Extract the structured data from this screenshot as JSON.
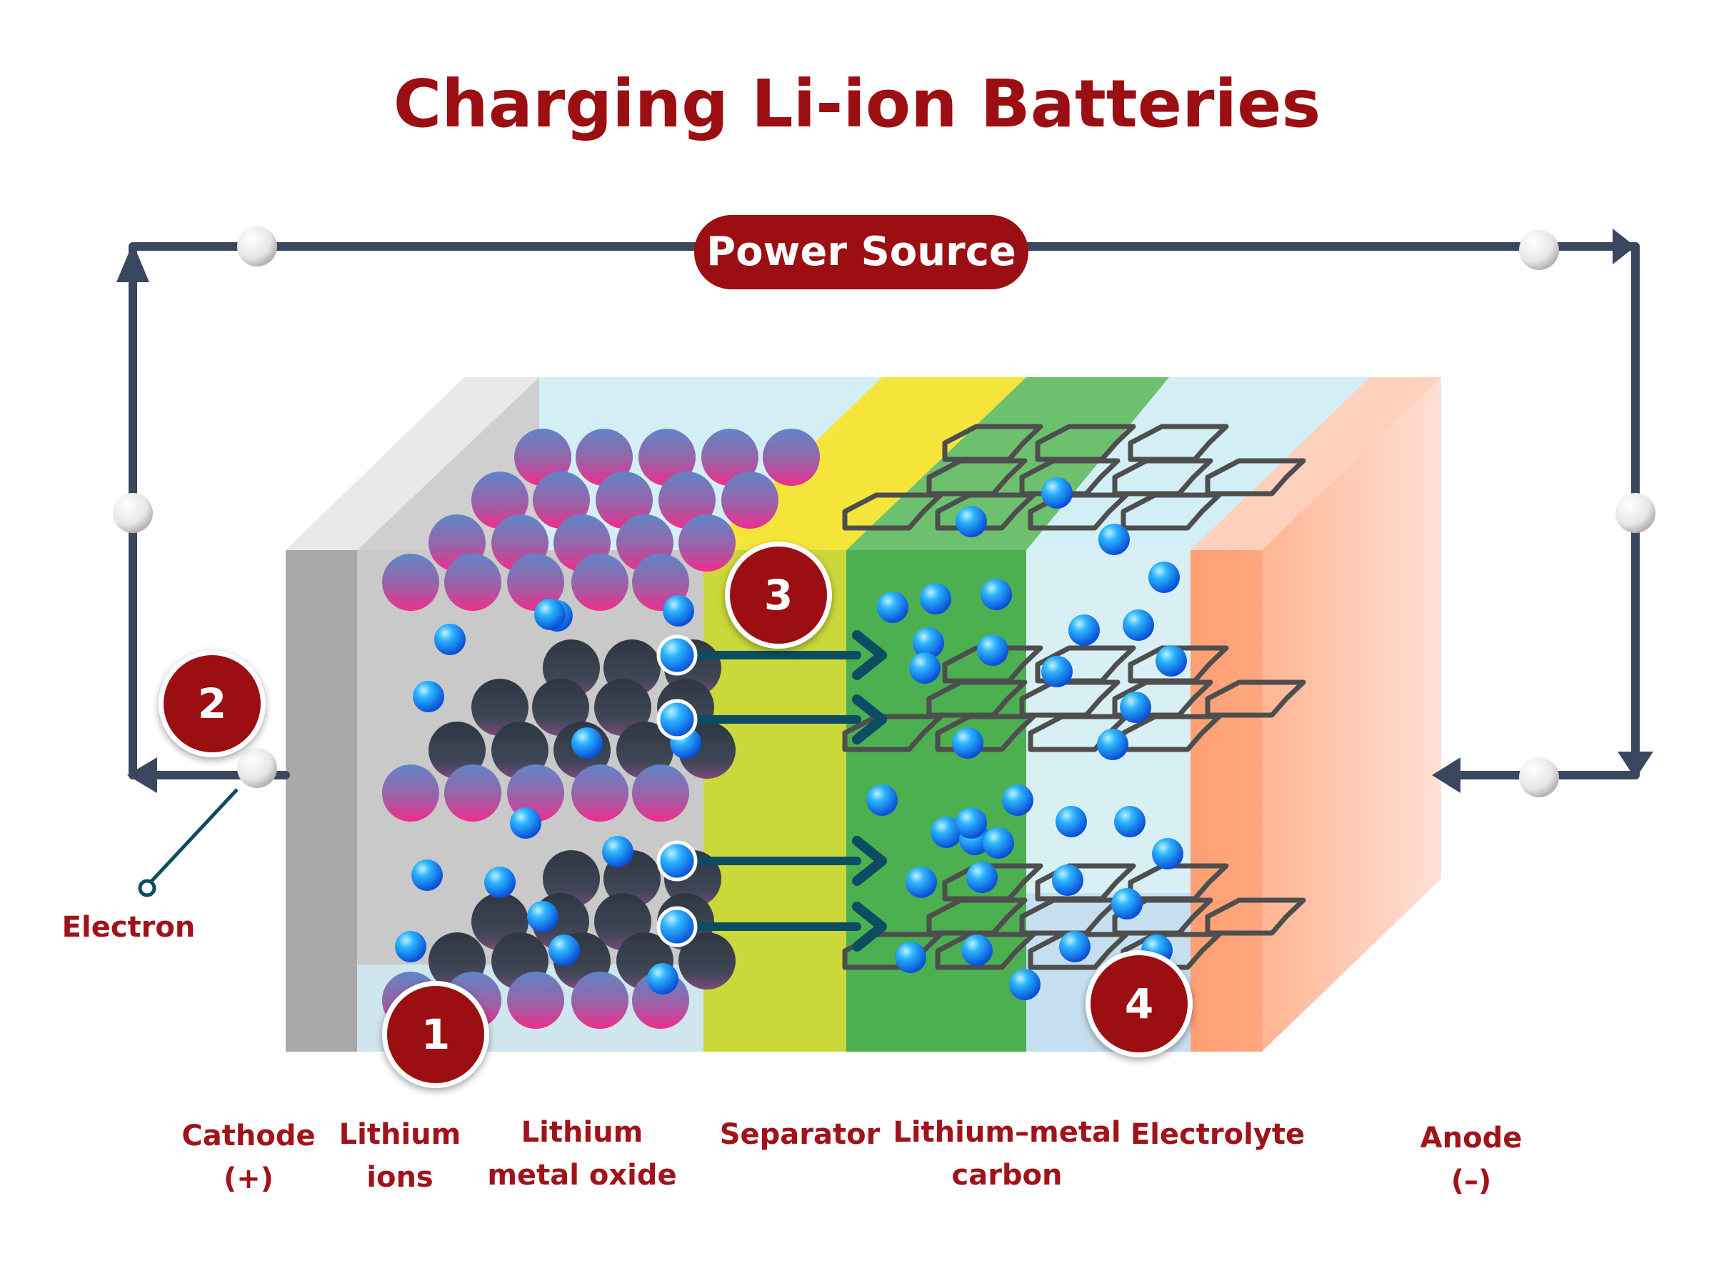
{
  "title": "Charging Li-ion Batteries",
  "power_source": "Power Source",
  "electron_label": "Electron",
  "step_numbers": [
    "1",
    "2",
    "3",
    "4"
  ],
  "labels": {
    "cathode": "Cathode\n(+)",
    "lithium_ions": "Lithium\nions",
    "lithium_metal_oxide": "Lithium\nmetal oxide",
    "separator": "Separator",
    "lithium_metal_carbon": "Lithium–metal\ncarbon",
    "electrolyte": "Electrolyte",
    "anode": "Anode\n(–)"
  },
  "colors": {
    "title": "#9b0e12",
    "label": "#a0131a",
    "circuit_wire": "#3b475e",
    "cathode_plate": "#b0b0b0",
    "separator": "#cbd83a",
    "separator_top": "#f5e53a",
    "lithium_metal_carbon": "#4caf50",
    "electrolyte": "#d8eff4",
    "anode": "#ff9f72",
    "ion_arrow": "#0d4d63",
    "lithium_ion": "#1a8ff0"
  }
}
